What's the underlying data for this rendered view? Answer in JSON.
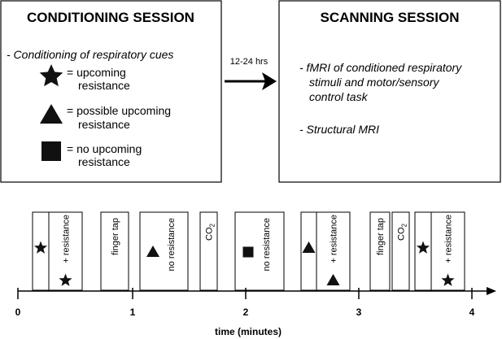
{
  "conditioning": {
    "title": "CONDITIONING SESSION",
    "subtitle": "- Conditioning of respiratory cues",
    "legend": [
      {
        "icon": "star-icon",
        "line1": "= upcoming",
        "line2": "resistance"
      },
      {
        "icon": "triangle-icon",
        "line1": "= possible upcoming",
        "line2": "resistance"
      },
      {
        "icon": "square-icon",
        "line1": "= no upcoming",
        "line2": "resistance"
      }
    ]
  },
  "arrow": {
    "label": "12-24 hrs"
  },
  "scanning": {
    "title": "SCANNING SESSION",
    "item1_line1": "- fMRI of conditioned respiratory",
    "item1_line2": "stimuli and motor/sensory",
    "item1_line3": "control task",
    "item2": "- Structural MRI"
  },
  "timeline": {
    "axis_label": "time (minutes)",
    "ticks": [
      "0",
      "1",
      "2",
      "3",
      "4"
    ],
    "blocks": [
      {
        "name": "cue-star-1",
        "icon": "star-icon",
        "text": ""
      },
      {
        "name": "resistance-1",
        "icon": "star-icon",
        "text": "+ resistance"
      },
      {
        "name": "finger-tap-1",
        "icon": "",
        "text": "finger tap"
      },
      {
        "name": "no-resistance-1",
        "icon": "triangle-icon",
        "text": "no resistance"
      },
      {
        "name": "co2-1",
        "icon": "",
        "text": "CO",
        "sub": "2"
      },
      {
        "name": "no-resistance-2",
        "icon": "square-icon",
        "text": "no resistance"
      },
      {
        "name": "cue-triangle-1",
        "icon": "triangle-icon",
        "text": ""
      },
      {
        "name": "resistance-2",
        "icon": "triangle-icon",
        "text": "+ resistance"
      },
      {
        "name": "finger-tap-2",
        "icon": "",
        "text": "finger tap"
      },
      {
        "name": "co2-2",
        "icon": "",
        "text": "CO",
        "sub": "2"
      },
      {
        "name": "cue-star-2",
        "icon": "star-icon",
        "text": ""
      },
      {
        "name": "resistance-3",
        "icon": "star-icon",
        "text": "+ resistance"
      }
    ]
  }
}
